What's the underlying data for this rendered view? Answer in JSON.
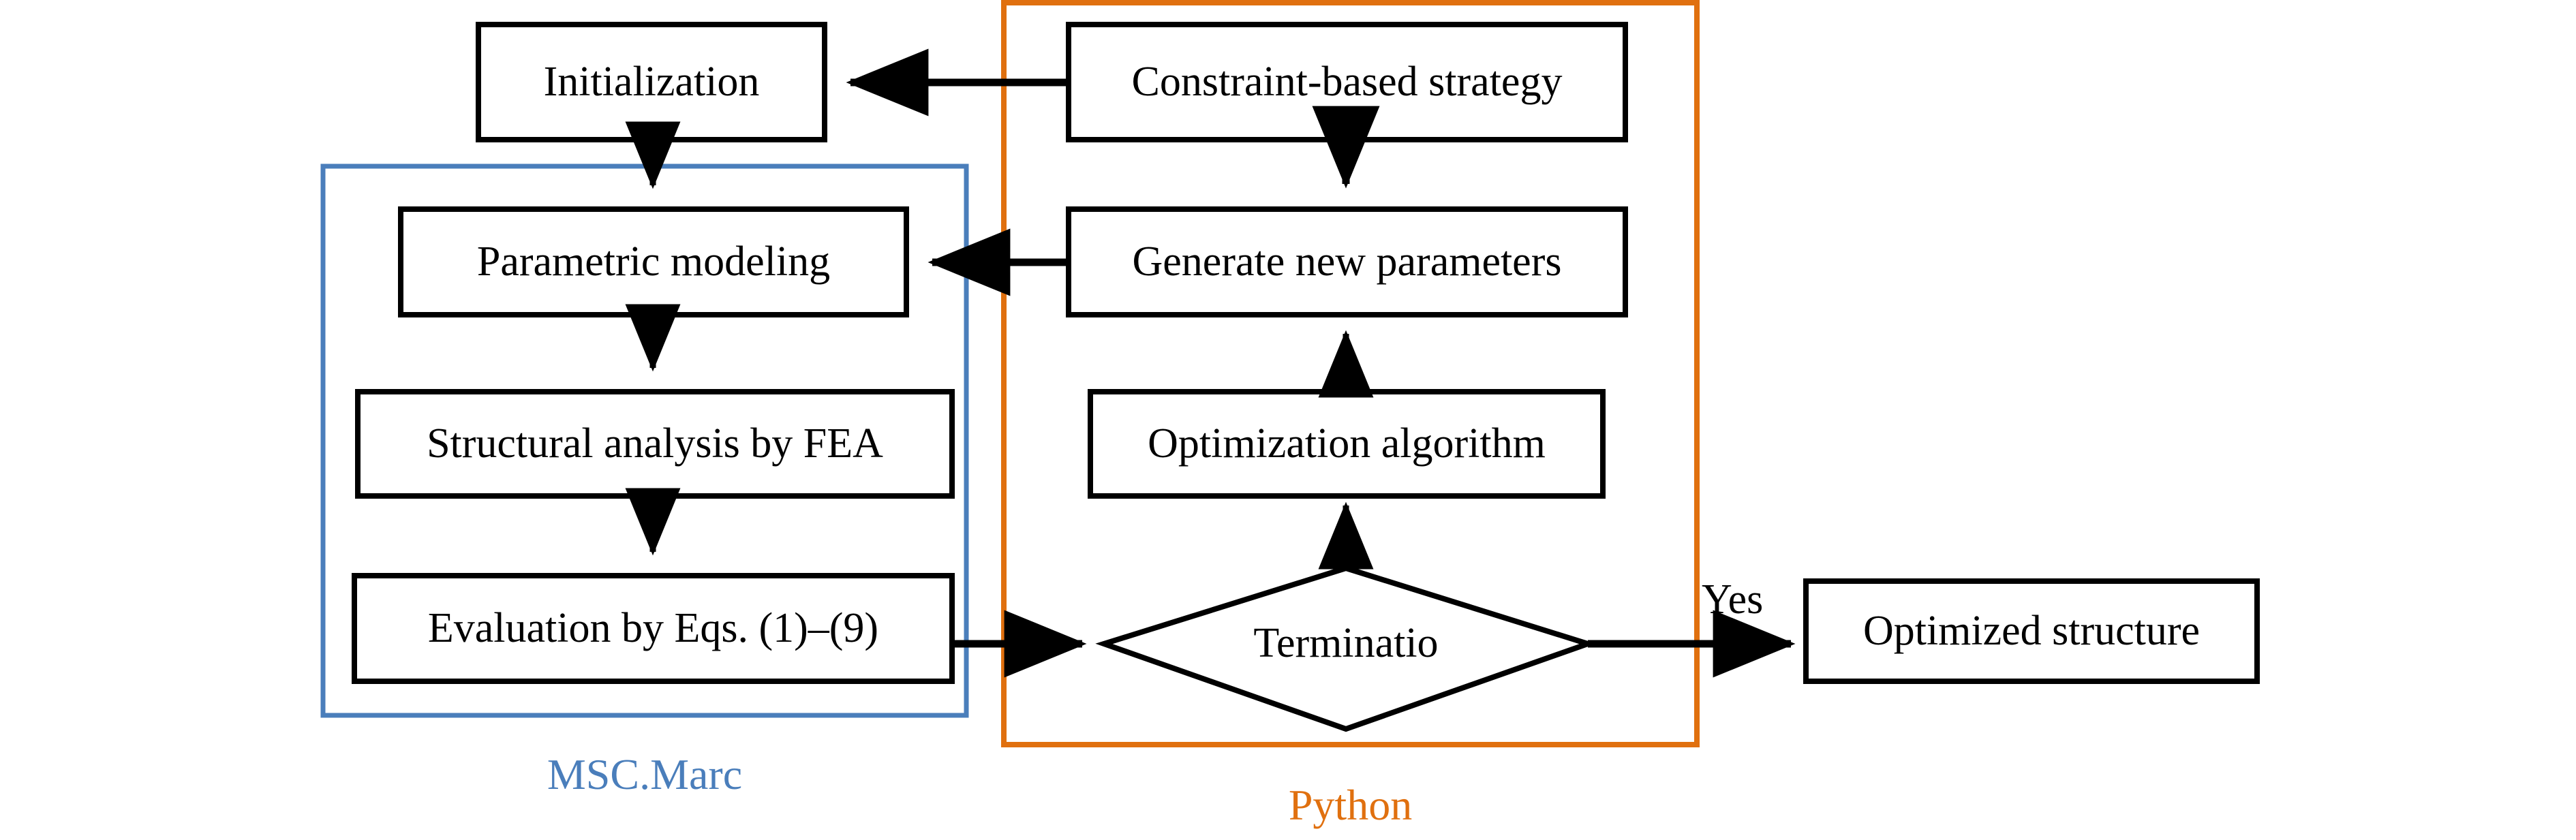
{
  "diagram": {
    "title": "Optimization workflow flowchart",
    "colors": {
      "node_stroke": "#000000",
      "node_fill": "#ffffff",
      "edge": "#000000",
      "msc_marc_group": "#4a7ebb",
      "python_group": "#e0700f",
      "background": "#ffffff"
    },
    "nodes": [
      {
        "id": "initialization",
        "label": "Initialization",
        "shape": "rectangle"
      },
      {
        "id": "constraint-based-strategy",
        "label": "Constraint-based strategy",
        "shape": "rectangle"
      },
      {
        "id": "parametric-modeling",
        "label": "Parametric modeling",
        "shape": "rectangle"
      },
      {
        "id": "generate-new-parameters",
        "label": "Generate new parameters",
        "shape": "rectangle"
      },
      {
        "id": "structural-analysis",
        "label": "Structural analysis by FEA",
        "shape": "rectangle"
      },
      {
        "id": "optimization-algorithm",
        "label": "Optimization algorithm",
        "shape": "rectangle"
      },
      {
        "id": "evaluation",
        "label": "Evaluation by Eqs. (1)–(9)",
        "shape": "rectangle"
      },
      {
        "id": "termination",
        "label": "Terminatio",
        "shape": "diamond"
      },
      {
        "id": "optimized-structure",
        "label": "Optimized structure",
        "shape": "rectangle"
      }
    ],
    "edges": [
      {
        "from": "constraint-based-strategy",
        "to": "initialization",
        "label": ""
      },
      {
        "from": "constraint-based-strategy",
        "to": "generate-new-parameters",
        "label": ""
      },
      {
        "from": "initialization",
        "to": "parametric-modeling",
        "label": ""
      },
      {
        "from": "generate-new-parameters",
        "to": "parametric-modeling",
        "label": ""
      },
      {
        "from": "parametric-modeling",
        "to": "structural-analysis",
        "label": ""
      },
      {
        "from": "structural-analysis",
        "to": "evaluation",
        "label": ""
      },
      {
        "from": "evaluation",
        "to": "termination",
        "label": ""
      },
      {
        "from": "termination",
        "to": "optimization-algorithm",
        "label": ""
      },
      {
        "from": "optimization-algorithm",
        "to": "generate-new-parameters",
        "label": ""
      },
      {
        "from": "termination",
        "to": "optimized-structure",
        "label": "Yes"
      }
    ],
    "edge_labels": {
      "yes": "Yes"
    },
    "groups": [
      {
        "id": "msc-marc",
        "caption": "MSC.Marc",
        "color": "#4a7ebb"
      },
      {
        "id": "python",
        "caption": "Python",
        "color": "#e0700f"
      }
    ]
  }
}
